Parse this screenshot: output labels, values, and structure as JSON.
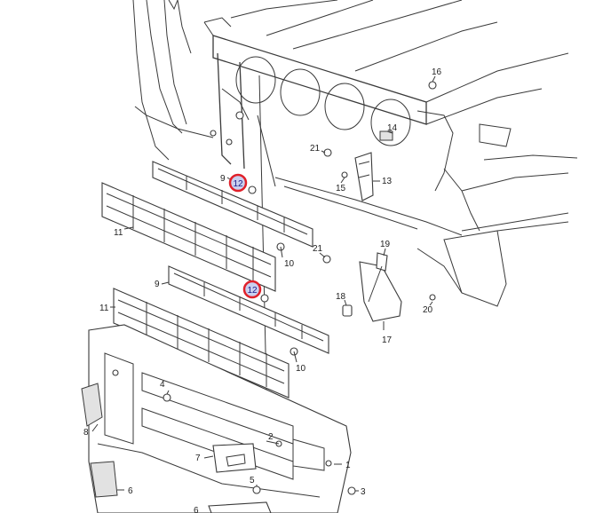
{
  "callouts": [
    {
      "id": "c1",
      "text": "1"
    },
    {
      "id": "c2",
      "text": "2"
    },
    {
      "id": "c3",
      "text": "3"
    },
    {
      "id": "c4",
      "text": "4"
    },
    {
      "id": "c5",
      "text": "5"
    },
    {
      "id": "c6a",
      "text": "6"
    },
    {
      "id": "c6b",
      "text": "6"
    },
    {
      "id": "c7",
      "text": "7"
    },
    {
      "id": "c8",
      "text": "8"
    },
    {
      "id": "c9a",
      "text": "9"
    },
    {
      "id": "c9b",
      "text": "9"
    },
    {
      "id": "c10a",
      "text": "10"
    },
    {
      "id": "c10b",
      "text": "10"
    },
    {
      "id": "c11a",
      "text": "11"
    },
    {
      "id": "c11b",
      "text": "11"
    },
    {
      "id": "c13",
      "text": "13"
    },
    {
      "id": "c14",
      "text": "14"
    },
    {
      "id": "c15",
      "text": "15"
    },
    {
      "id": "c16",
      "text": "16"
    },
    {
      "id": "c17",
      "text": "17"
    },
    {
      "id": "c18",
      "text": "18"
    },
    {
      "id": "c19",
      "text": "19"
    },
    {
      "id": "c20",
      "text": "20"
    },
    {
      "id": "c21a",
      "text": "21"
    },
    {
      "id": "c21b",
      "text": "21"
    }
  ],
  "highlights": [
    {
      "id": "h12a",
      "text": "12"
    },
    {
      "id": "h12b",
      "text": "12"
    }
  ],
  "colors": {
    "line": "#3a3a3a",
    "highlight_ring": "#e0202a",
    "highlight_fill": "#c9cfee"
  }
}
